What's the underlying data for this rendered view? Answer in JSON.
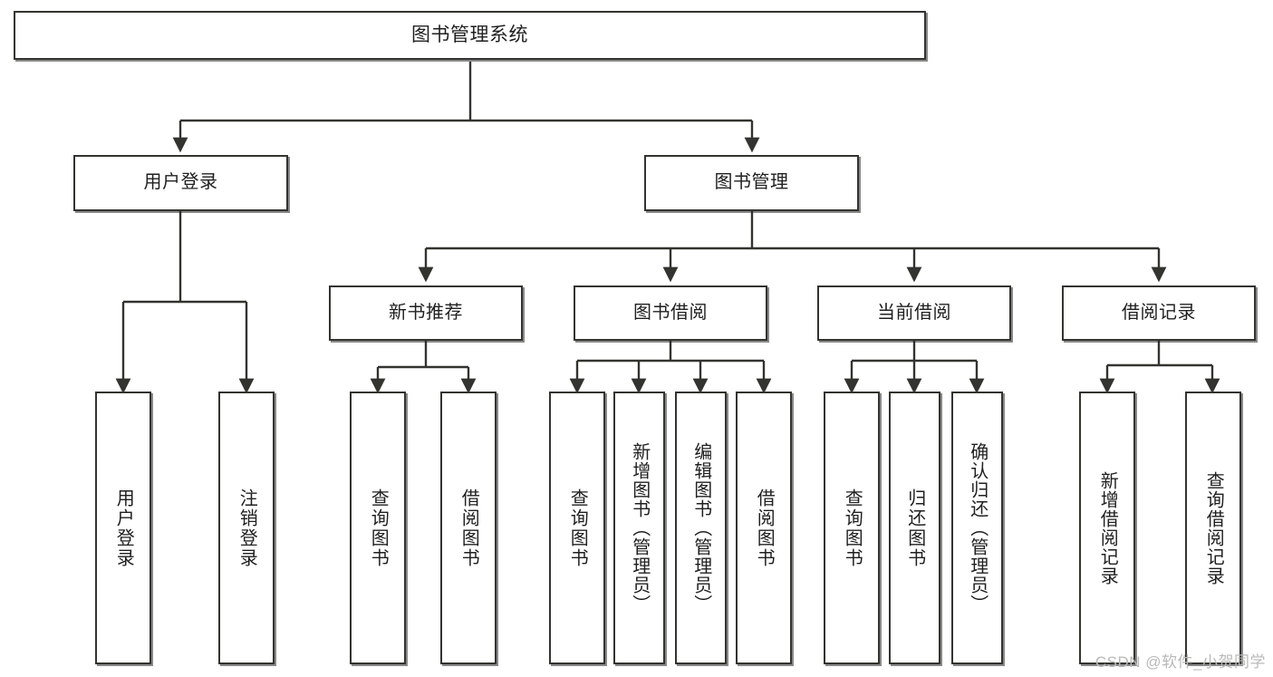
{
  "diagram": {
    "title": "图书管理系统",
    "watermark": "CSDN @软件_小贺同学",
    "root": {
      "label": "图书管理系统"
    },
    "level2": [
      {
        "label": "用户登录"
      },
      {
        "label": "图书管理"
      }
    ],
    "level3": [
      {
        "label": "新书推荐"
      },
      {
        "label": "图书借阅"
      },
      {
        "label": "当前借阅"
      },
      {
        "label": "借阅记录"
      }
    ],
    "leaves": [
      {
        "label": "用户登录",
        "parent": "用户登录"
      },
      {
        "label": "注销登录",
        "parent": "用户登录"
      },
      {
        "label": "查询图书",
        "parent": "新书推荐"
      },
      {
        "label": "借阅图书",
        "parent": "新书推荐"
      },
      {
        "label": "查询图书",
        "parent": "图书借阅"
      },
      {
        "label": "新增图书（管理员）",
        "parent": "图书借阅"
      },
      {
        "label": "编辑图书（管理员）",
        "parent": "图书借阅"
      },
      {
        "label": "借阅图书",
        "parent": "图书借阅"
      },
      {
        "label": "查询图书",
        "parent": "当前借阅"
      },
      {
        "label": "归还图书",
        "parent": "当前借阅"
      },
      {
        "label": "确认归还（管理员）",
        "parent": "当前借阅"
      },
      {
        "label": "新增借阅记录",
        "parent": "借阅记录"
      },
      {
        "label": "查询借阅记录",
        "parent": "借阅记录"
      }
    ],
    "colors": {
      "border": "#33332f",
      "text": "#1f1f1f",
      "background": "#ffffff",
      "watermark": "#b9b9b9"
    }
  }
}
